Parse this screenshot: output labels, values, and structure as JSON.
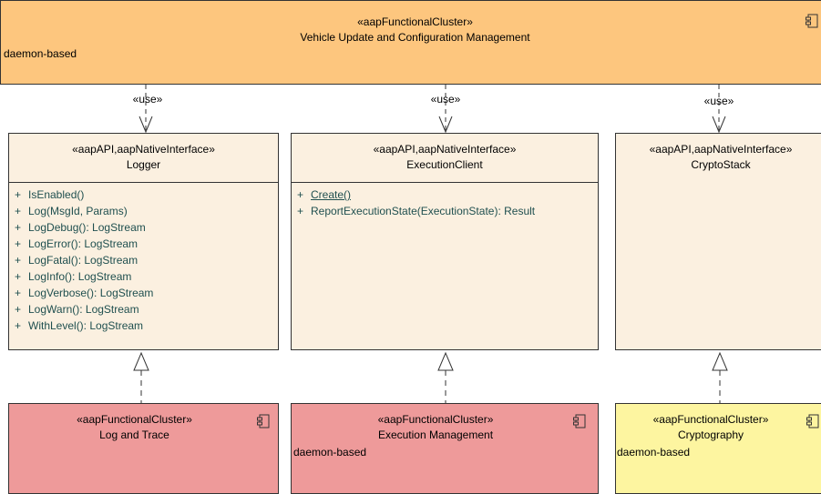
{
  "top_cluster": {
    "stereotype": "«aapFunctionalCluster»",
    "name": "Vehicle Update and Configuration Management",
    "note": "daemon-based",
    "color": "#fdc67e"
  },
  "use_label": "«use»",
  "interfaces": [
    {
      "stereotype": "«aapAPI,aapNativeInterface»",
      "name": "Logger",
      "operations": [
        {
          "vis": "+",
          "sig": "IsEnabled()"
        },
        {
          "vis": "+",
          "sig": "Log(MsgId, Params)"
        },
        {
          "vis": "+",
          "sig": "LogDebug(): LogStream"
        },
        {
          "vis": "+",
          "sig": "LogError(): LogStream"
        },
        {
          "vis": "+",
          "sig": "LogFatal(): LogStream"
        },
        {
          "vis": "+",
          "sig": "LogInfo(): LogStream"
        },
        {
          "vis": "+",
          "sig": "LogVerbose(): LogStream"
        },
        {
          "vis": "+",
          "sig": "LogWarn(): LogStream"
        },
        {
          "vis": "+",
          "sig": "WithLevel(): LogStream"
        }
      ]
    },
    {
      "stereotype": "«aapAPI,aapNativeInterface»",
      "name": "ExecutionClient",
      "operations": [
        {
          "vis": "+",
          "sig": "Create()"
        },
        {
          "vis": "+",
          "sig": "ReportExecutionState(ExecutionState): Result"
        }
      ]
    },
    {
      "stereotype": "«aapAPI,aapNativeInterface»",
      "name": "CryptoStack",
      "operations": []
    }
  ],
  "bottom_clusters": [
    {
      "stereotype": "«aapFunctionalCluster»",
      "name": "Log and Trace",
      "note": "",
      "color": "#ee9a9a"
    },
    {
      "stereotype": "«aapFunctionalCluster»",
      "name": "Execution Management",
      "note": "daemon-based",
      "color": "#ee9a9a"
    },
    {
      "stereotype": "«aapFunctionalCluster»",
      "name": "Cryptography",
      "note": "daemon-based",
      "color": "#fdf5a0"
    }
  ]
}
